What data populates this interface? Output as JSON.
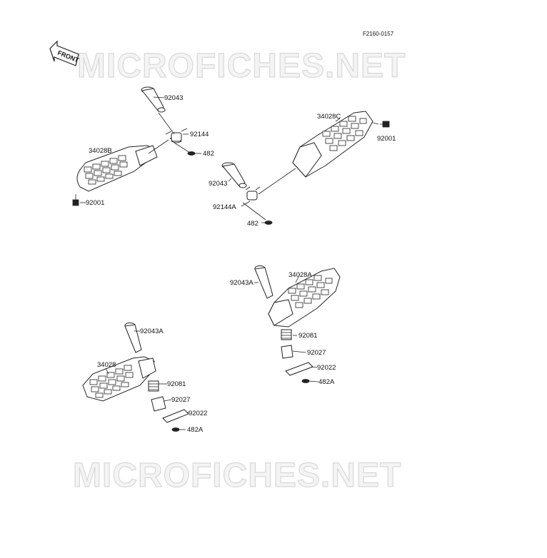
{
  "diagram": {
    "code": "F2160-0157",
    "front_label": "FRONT",
    "watermark": "MICROFICHES.NET",
    "parts": {
      "p92043_a": "92043",
      "p92144": "92144",
      "p482_a": "482",
      "p34028B": "34028B",
      "p92001_a": "92001",
      "p34028C": "34028C",
      "p92001_b": "92001",
      "p92043_b": "92043",
      "p92144A": "92144A",
      "p482_b": "482",
      "p92043A_a": "92043A",
      "p34028A": "34028A",
      "p92081_a": "92081",
      "p92027_a": "92027",
      "p92022_a": "92022",
      "p482A_a": "482A",
      "p92043A_b": "92043A",
      "p34028": "34028",
      "p92081_b": "92081",
      "p92027_b": "92027",
      "p92022_b": "92022",
      "p482A_b": "482A"
    }
  }
}
